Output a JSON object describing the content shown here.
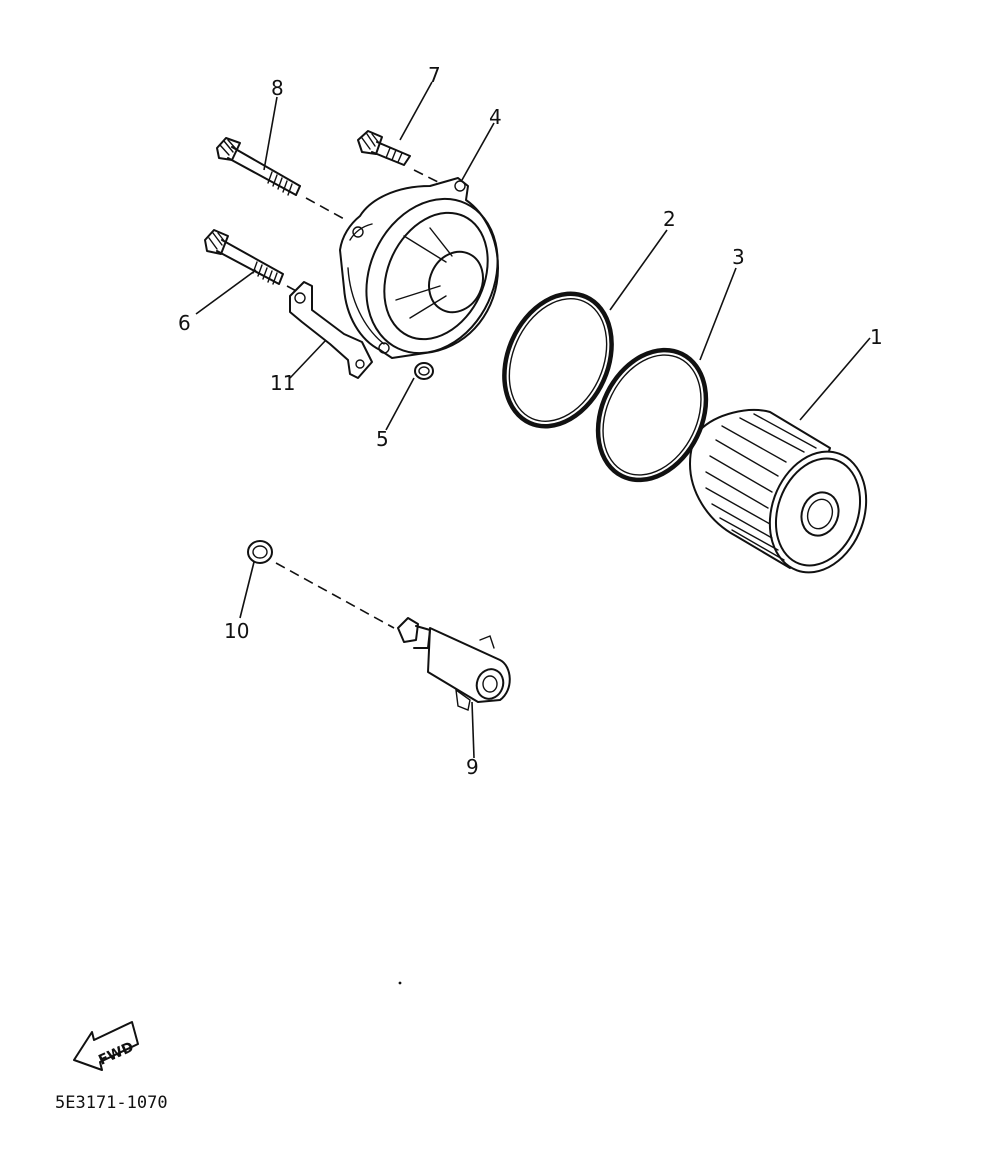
{
  "diagram": {
    "part_callouts": [
      {
        "id": "p1",
        "text": "1"
      },
      {
        "id": "p2",
        "text": "2"
      },
      {
        "id": "p3",
        "text": "3"
      },
      {
        "id": "p4",
        "text": "4"
      },
      {
        "id": "p5",
        "text": "5"
      },
      {
        "id": "p6",
        "text": "6"
      },
      {
        "id": "p7",
        "text": "7"
      },
      {
        "id": "p8",
        "text": "8"
      },
      {
        "id": "p9",
        "text": "9"
      },
      {
        "id": "p10",
        "text": "10"
      },
      {
        "id": "p11",
        "text": "11"
      }
    ],
    "fwd_label": "FWD",
    "drawing_code": "5E3171-1070"
  }
}
